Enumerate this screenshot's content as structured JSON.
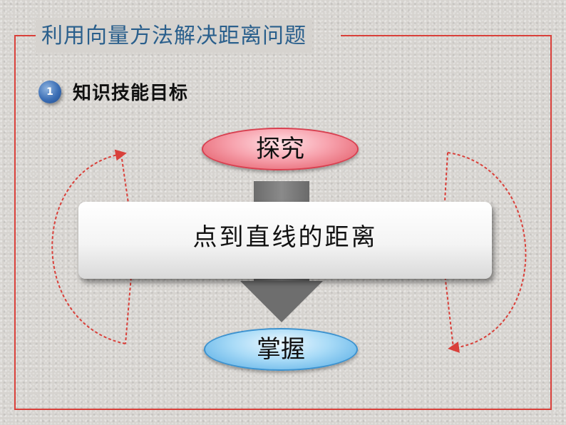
{
  "header": {
    "title": "利用向量方法解决距离问题"
  },
  "section": {
    "number": "1",
    "heading": "知识技能目标"
  },
  "flow": {
    "top_label": "探究",
    "center_label": "点到直线的距离",
    "bottom_label": "掌握"
  },
  "colors": {
    "frame": "#d9403a",
    "title_text": "#2a5f8c",
    "top_pill": "#f7a2ad",
    "bottom_pill": "#a9dbf7",
    "arrow": "#6e6e6e"
  }
}
